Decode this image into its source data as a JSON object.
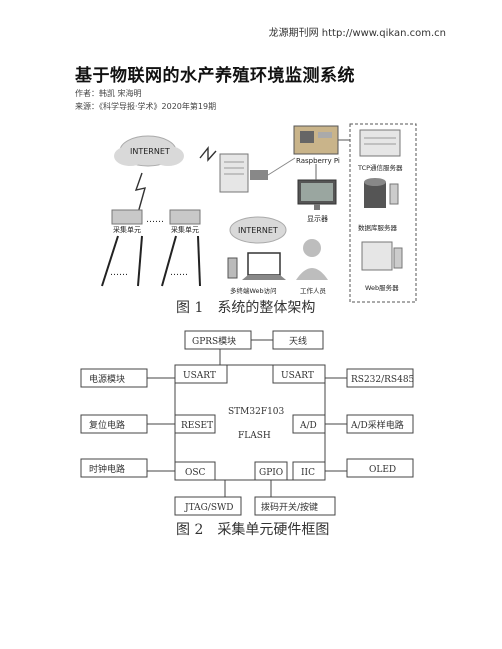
{
  "header": {
    "source_site": "龙源期刊网 http://www.qikan.com.cn"
  },
  "article": {
    "title": "基于物联网的水产养殖环境监测系统",
    "author_line": "作者：韩凯 宋海明",
    "source_line": "来源：《科学导报·学术》2020年第19期"
  },
  "figure1": {
    "caption": "图 1　系统的整体架构",
    "labels": {
      "internet_top": "INTERNET",
      "internet_mid": "INTERNET",
      "raspberry": "Raspberry Pi",
      "display": "显示器",
      "collector1": "采集单元",
      "collector2": "采集单元",
      "dots_mid": "……",
      "dots_left": "……",
      "dots_right": "……",
      "multi_terminal": "多终端Web访问",
      "worker": "工作人员",
      "tcp_server": "TCP通信服务器",
      "db_server": "数据库服务器",
      "web_server": "Web服务器"
    }
  },
  "figure2": {
    "caption": "图 2　采集单元硬件框图",
    "blocks": {
      "gprs": "GPRS模块",
      "antenna": "天线",
      "power": "电源模块",
      "reset_circuit": "复位电路",
      "clock_circuit": "时钟电路",
      "rs232": "RS232/RS485",
      "ad_circuit": "A/D采样电路",
      "oled": "OLED",
      "jtag": "JTAG/SWD",
      "dip_switch": "拨码开关/按键"
    },
    "mcu": {
      "name": "STM32F103",
      "flash": "FLASH",
      "usart_left": "USART",
      "usart_right": "USART",
      "reset": "RESET",
      "ad": "A/D",
      "osc": "OSC",
      "gpio": "GPIO",
      "iic": "IIC"
    }
  }
}
